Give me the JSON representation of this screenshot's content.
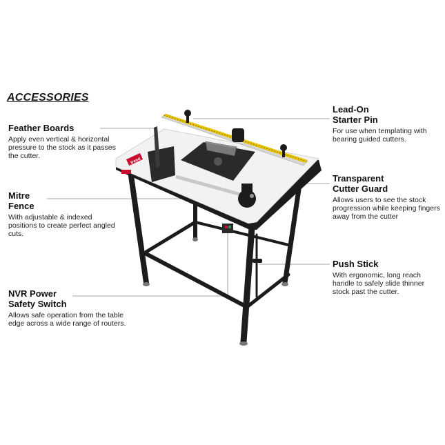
{
  "heading": "ACCESSORIES",
  "callouts": {
    "feather_boards": {
      "title": "Feather Boards",
      "body": "Apply even vertical & horizontal pressure to the stock as it passes the cutter."
    },
    "mitre_fence": {
      "title": "Mitre\nFence",
      "body": "With adjustable & indexed positions to create perfect angled cuts."
    },
    "nvr_switch": {
      "title": "NVR Power\nSafety Switch",
      "body": "Allows safe operation from the table edge across a wide range of routers."
    },
    "lead_on_pin": {
      "title": "Lead-On\nStarter Pin",
      "body": "For use when templating with bearing guided cutters."
    },
    "cutter_guard": {
      "title": "Transparent\nCutter Guard",
      "body": "Allows users to see the stock progression while keeping fingers away from the cutter"
    },
    "push_stick": {
      "title": "Push Stick",
      "body": "With ergonomic, long reach handle to safely slide thinner stock past the cutter."
    }
  },
  "brand_logo": "trend",
  "colors": {
    "frame": "#1c1c1c",
    "table_top": "#f2f2f2",
    "ruler": "#e6c200",
    "brand_red": "#c8102e"
  }
}
